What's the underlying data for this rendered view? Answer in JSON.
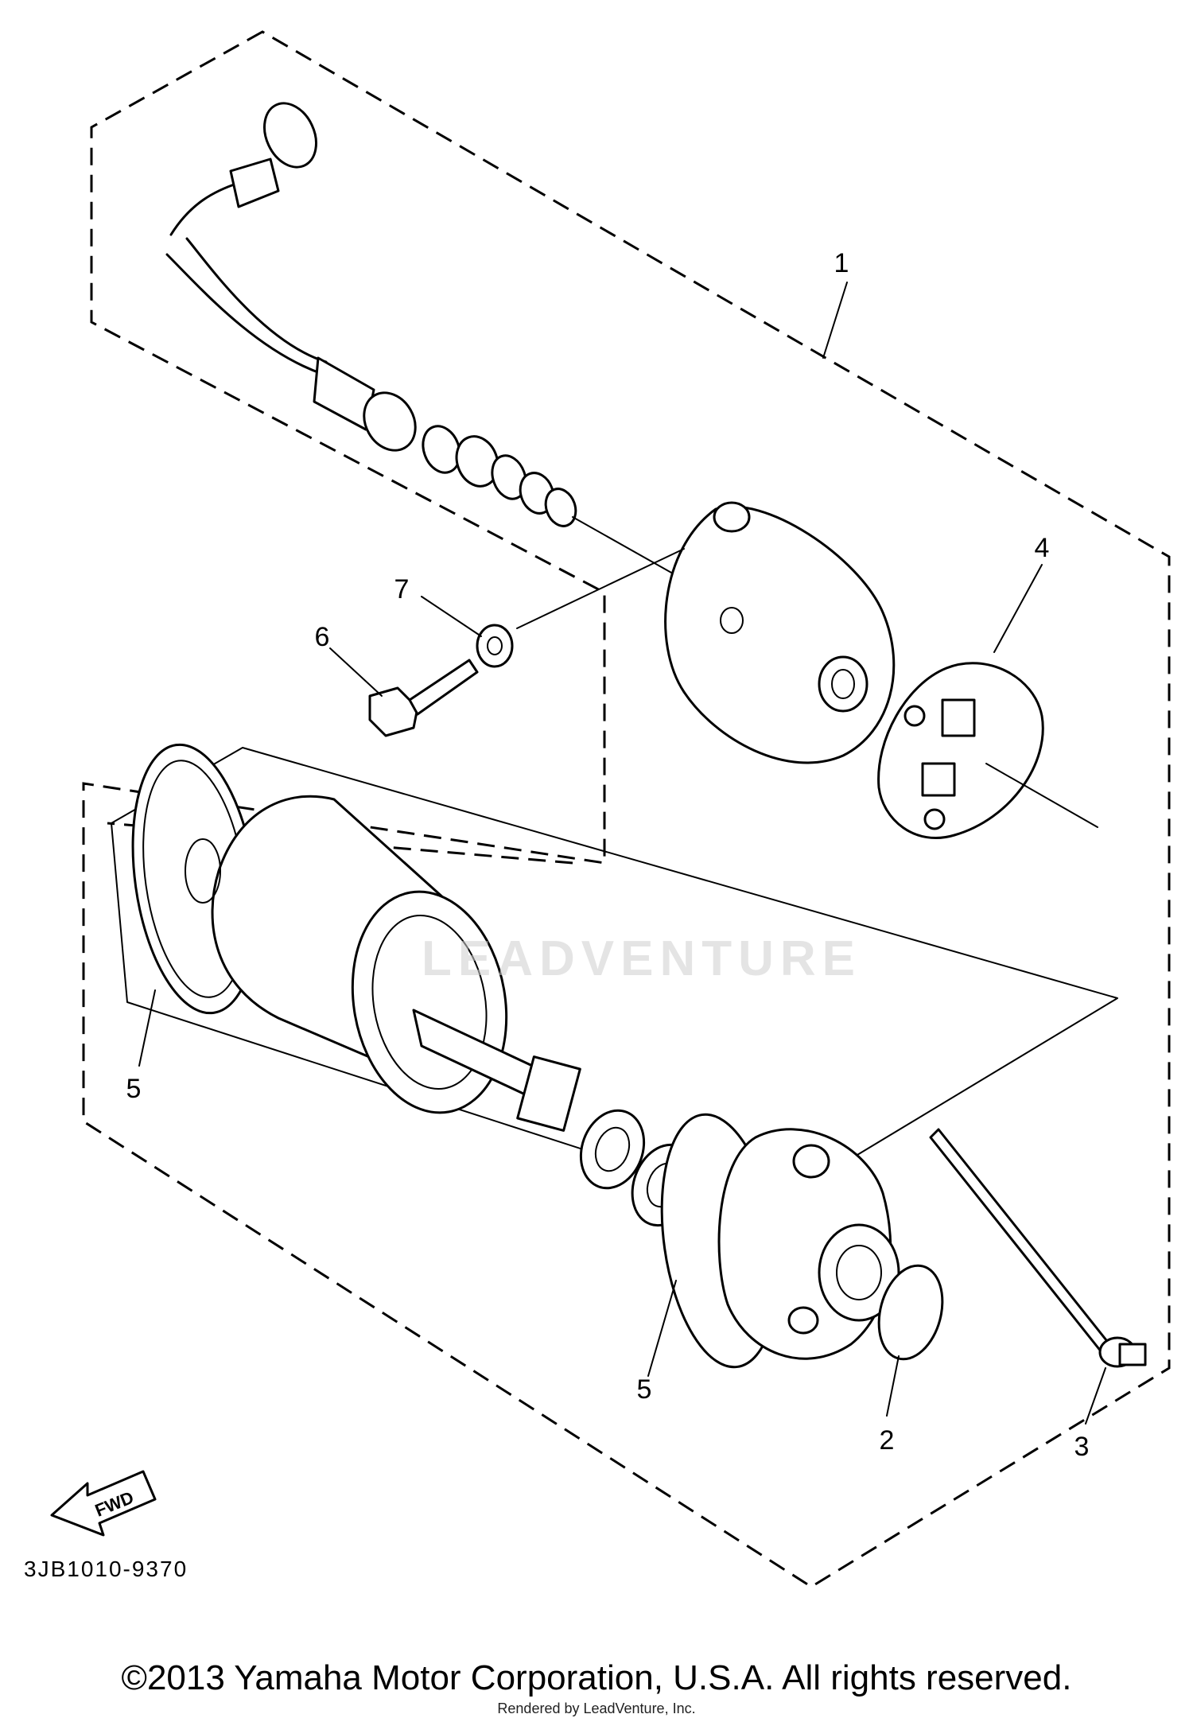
{
  "diagram": {
    "callouts": {
      "c1": "1",
      "c2": "2",
      "c3": "3",
      "c4": "4",
      "c5a": "5",
      "c5b": "5",
      "c6": "6",
      "c7": "7"
    },
    "diagram_code": "3JB1010-9370",
    "fwd_label": "FWD",
    "watermark": "LEADVENTURE"
  },
  "footer": {
    "copyright": "©2013 Yamaha Motor Corporation, U.S.A. All rights reserved.",
    "rendered_by": "Rendered by LeadVenture, Inc."
  }
}
